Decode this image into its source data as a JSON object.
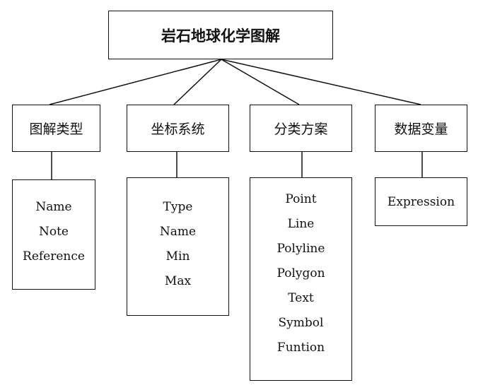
{
  "root": {
    "label": "岩石地球化学图解"
  },
  "categories": [
    {
      "label": "图解类型",
      "items": [
        "Name",
        "Note",
        "Reference"
      ]
    },
    {
      "label": "坐标系统",
      "items": [
        "Type",
        "Name",
        "Min",
        "Max"
      ]
    },
    {
      "label": "分类方案",
      "items": [
        "Point",
        "Line",
        "Polyline",
        "Polygon",
        "Text",
        "Symbol",
        "Funtion"
      ]
    },
    {
      "label": "数据变量",
      "items": [
        "Expression"
      ]
    }
  ]
}
